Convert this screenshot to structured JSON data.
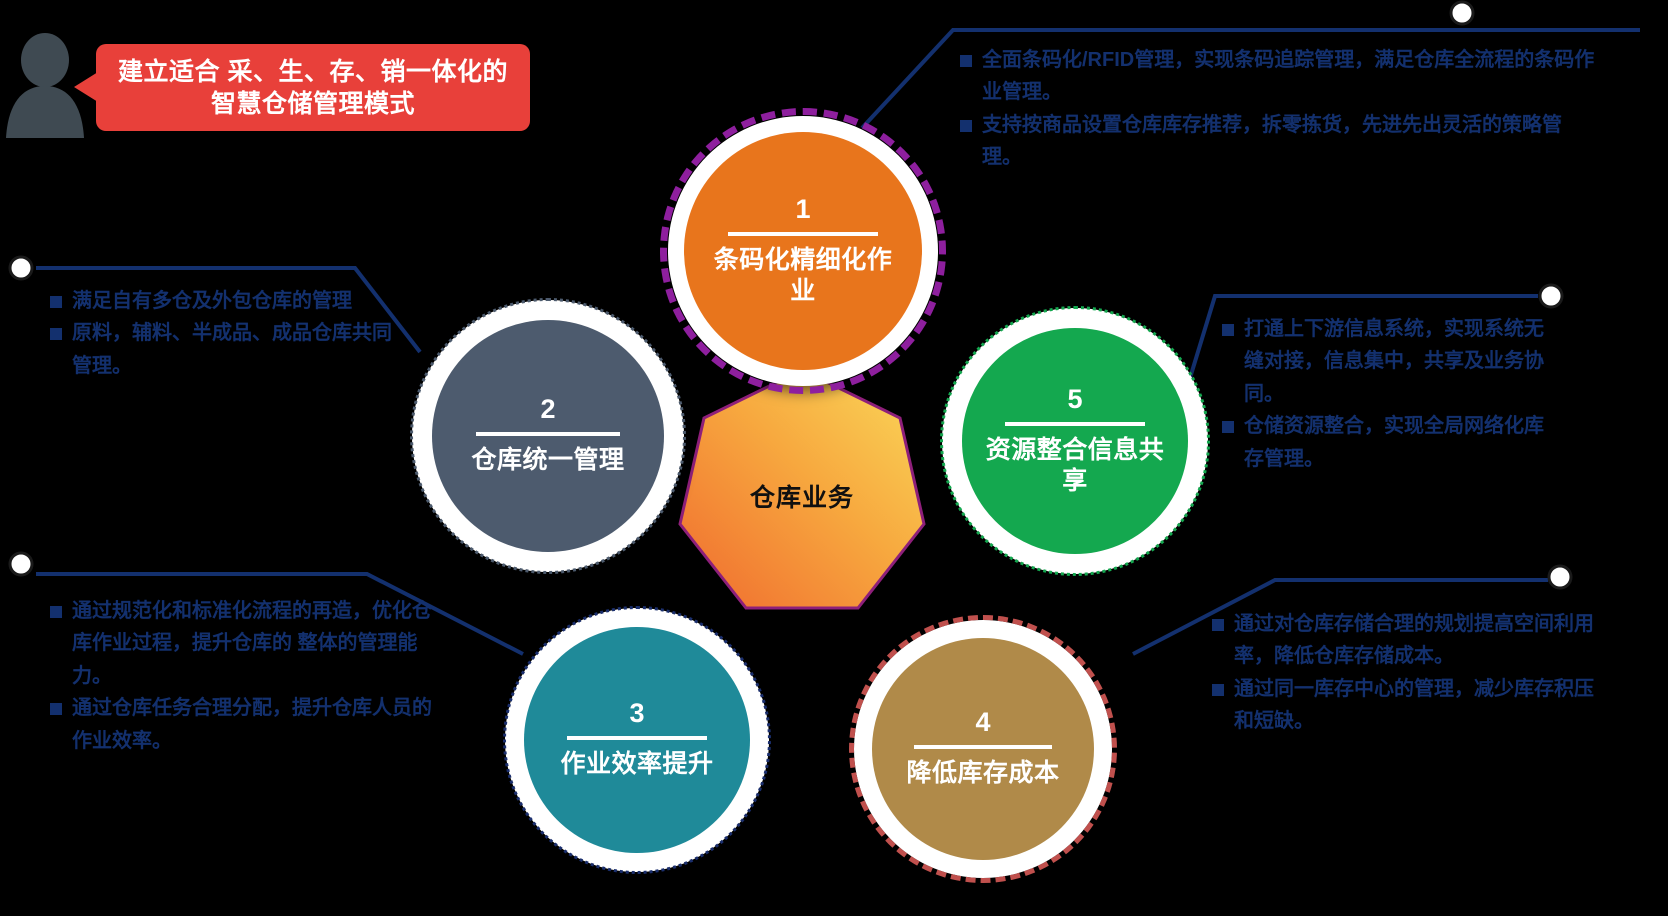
{
  "callout": {
    "icon": "person-icon",
    "text": "建立适合  采、生、存、销一体化的\n智慧仓储管理模式",
    "bg_color": "#e8403a",
    "text_color": "#ffffff"
  },
  "center": {
    "label": "仓库业务",
    "fill_from": "#f07a35",
    "fill_to": "#f9d34f",
    "border_color": "#8e1f7a"
  },
  "theme": {
    "background": "#000000",
    "connector_color": "#13306e",
    "bullet_text_color": "#13306e"
  },
  "nodes": [
    {
      "number": "1",
      "title": "条码化精细化作业",
      "fill": "#e8751c",
      "ring_color": "#8e1f9e",
      "ring_style": "dashed"
    },
    {
      "number": "2",
      "title": "仓库统一管理",
      "fill": "#4d5b6e",
      "ring_color": "#4d5b6e",
      "ring_style": "dotted"
    },
    {
      "number": "3",
      "title": "作业效率提升",
      "fill": "#1f8a99",
      "ring_color": "#1b2f6e",
      "ring_style": "dotted"
    },
    {
      "number": "4",
      "title": "降低库存成本",
      "fill": "#b08a49",
      "ring_color": "#c0504d",
      "ring_style": "dashed"
    },
    {
      "number": "5",
      "title": "资源整合信息共享",
      "fill": "#14a84f",
      "ring_color": "#14a84f",
      "ring_style": "dotted"
    }
  ],
  "callouts": [
    {
      "id": "top-right",
      "bullets": [
        "全面条码化/RFID管理，实现条码追踪管理，满足仓库全流程的条码作业管理。",
        "支持按商品设置仓库库存推荐，拆零拣货，先进先出灵活的策略管理。"
      ]
    },
    {
      "id": "left-middle",
      "bullets": [
        "满足自有多仓及外包仓库的管理",
        "原料，辅料、半成品、成品仓库共同管理。"
      ]
    },
    {
      "id": "right-middle",
      "bullets": [
        "打通上下游信息系统，实现系统无缝对接，信息集中，共享及业务协同。",
        "仓储资源整合，实现全局网络化库存管理。"
      ]
    },
    {
      "id": "left-bottom",
      "bullets": [
        "通过规范化和标准化流程的再造，优化仓库作业过程，提升仓库的 整体的管理能力。",
        "通过仓库任务合理分配，提升仓库人员的作业效率。"
      ]
    },
    {
      "id": "right-bottom",
      "bullets": [
        "通过对仓库存储合理的规划提高空间利用率，降低仓库存储成本。",
        "通过同一库存中心的管理，减少库存积压和短缺。"
      ]
    }
  ]
}
